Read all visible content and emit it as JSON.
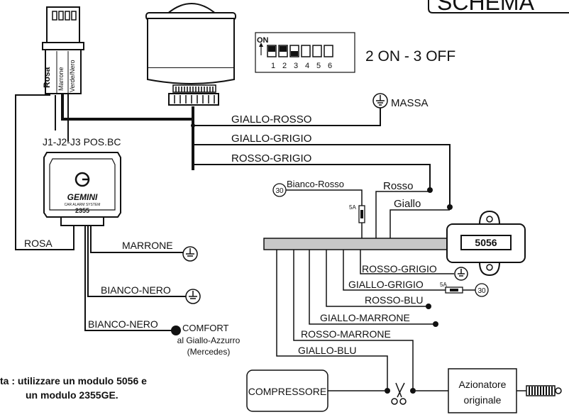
{
  "title": "SCHEMA",
  "dip_switch": {
    "on_label": "ON",
    "numbers": [
      "1",
      "2",
      "3",
      "4",
      "5",
      "6"
    ],
    "setting": "2 ON - 3 OFF"
  },
  "connector_wires": [
    "Marrone",
    "Verde/Nero"
  ],
  "rosa_label": "Rosa",
  "module_2355": {
    "position_label": "J1-J2-J3 POS.BC",
    "brand": "GEMINI",
    "subtitle": "CAR ALARM SYSTEM",
    "model": "2355"
  },
  "module_5056": {
    "label": "5056"
  },
  "wires": {
    "massa": "MASSA",
    "giallo_rosso": "GIALLO-ROSSO",
    "giallo_grigio": "GIALLO-GRIGIO",
    "rosso_grigio": "ROSSO-GRIGIO",
    "bianco_rosso": "Bianco-Rosso",
    "rosso": "Rosso",
    "giallo": "Giallo",
    "fuse_5a": "5A",
    "terminal_30": "30",
    "rosa": "ROSA",
    "marrone": "MARRONE",
    "bianco_nero_1": "BIANCO-NERO",
    "bianco_nero_2": "BIANCO-NERO",
    "comfort": "COMFORT",
    "comfort_note_1": "al Giallo-Azzurro",
    "comfort_note_2": "(Mercedes)",
    "out_rosso_grigio": "ROSSO-GRIGIO",
    "out_giallo_grigio": "GIALLO-GRIGIO",
    "out_rosso_blu": "ROSSO-BLU",
    "out_giallo_marrone": "GIALLO-MARRONE",
    "out_rosso_marrone": "ROSSO-MARRONE",
    "out_giallo_blu": "GIALLO-BLU"
  },
  "compressore": "COMPRESSORE",
  "azionatore_1": "Azionatore",
  "azionatore_2": "originale",
  "note_1": "ta : utilizzare un modulo 5056 e",
  "note_2": "un modulo 2355GE."
}
